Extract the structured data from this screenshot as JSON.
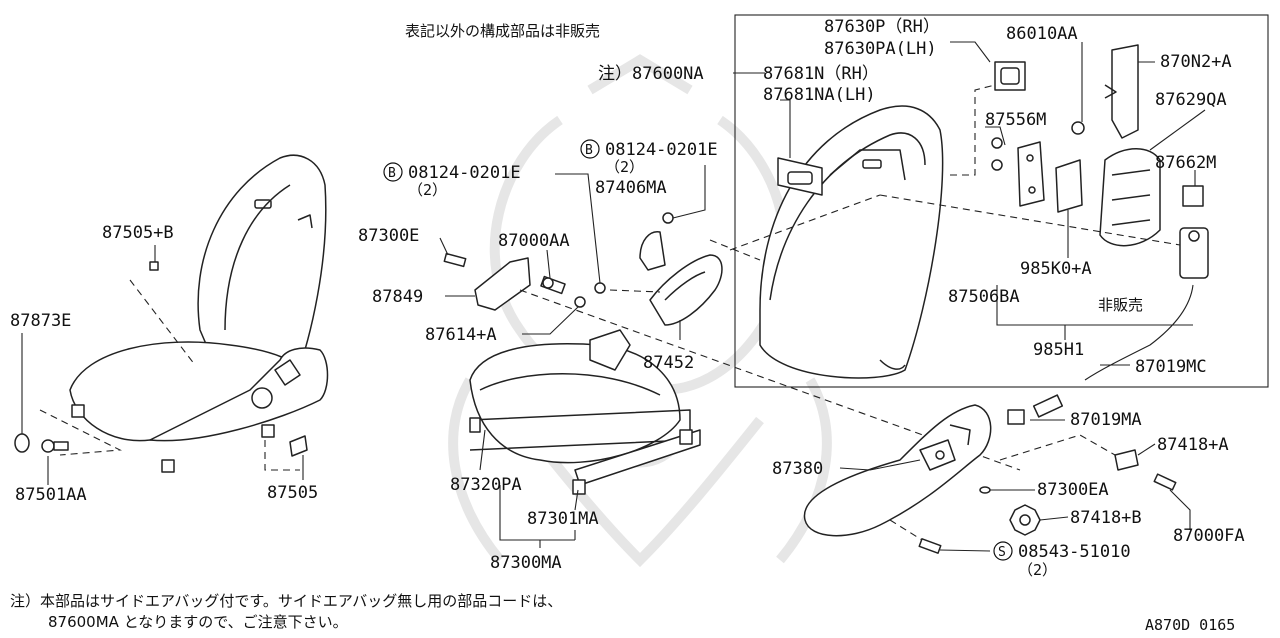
{
  "header_note": "表記以外の構成部品は非販売",
  "footnote": {
    "line1": "注）本部品はサイドエアバッグ付です。サイドエアバッグ無し用の部品コードは、",
    "line2": "87600MA となりますので、ご注意下さい。"
  },
  "diagram_code": "A870D 0165",
  "assembly_label": "注）87600NA",
  "not_sold_label": "非販売",
  "bolt_mark_B": "B",
  "bolt_mark_S": "S",
  "parts": {
    "p87630P": "87630P（RH）",
    "p87630PA": "87630PA(LH)",
    "p87681N": "87681N（RH）",
    "p87681NA": "87681NA(LH)",
    "p86010AA": "86010AA",
    "p870N2": "870N2+A",
    "p87556M": "87556M",
    "p87629QA": "87629QA",
    "p87662M": "87662M",
    "p985K0": "985K0+A",
    "p87506BA": "87506BA",
    "p985H1": "985H1",
    "p87019MC": "87019MC",
    "p87019MA": "87019MA",
    "p87418A": "87418+A",
    "p87000FA": "87000FA",
    "p87380": "87380",
    "p87300EA": "87300EA",
    "p87418B": "87418+B",
    "p08543": "08543-51010",
    "p08543_qty": "（2）",
    "p08124_a": "08124-0201E",
    "p08124_a_qty": "（2）",
    "p08124_b": "08124-0201E",
    "p08124_b_qty": "（2）",
    "p87406MA": "87406MA",
    "p87300E": "87300E",
    "p87000AA": "87000AA",
    "p87849": "87849",
    "p87614A": "87614+A",
    "p87452": "87452",
    "p87320PA": "87320PA",
    "p87301MA": "87301MA",
    "p87300MA": "87300MA",
    "p87505B": "87505+B",
    "p87873E": "87873E",
    "p87501AA": "87501AA",
    "p87505": "87505"
  }
}
